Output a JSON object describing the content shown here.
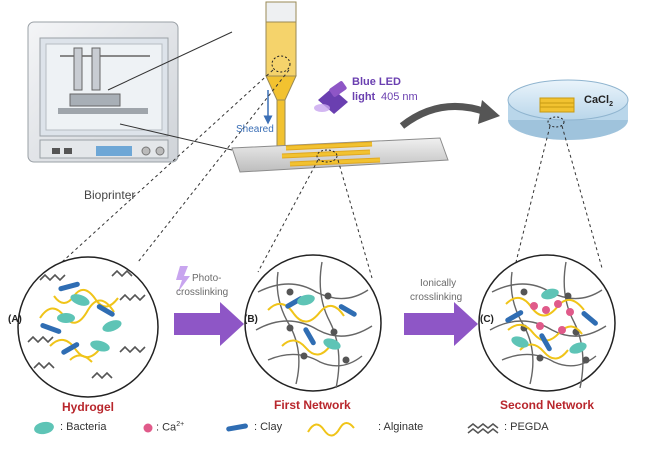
{
  "labels": {
    "bioprinter": "Bioprinter",
    "sheared": "Sheared",
    "blue_led_bold": "Blue LED",
    "blue_led_light": "light",
    "blue_led_nm": "405 nm",
    "cacl2": "CaCl",
    "cacl2_sub": "2",
    "photo_1": "Photo-",
    "photo_2": "crosslinking",
    "ionic_1": "Ionically",
    "ionic_2": "crosslinking",
    "panel_a": "(A)",
    "panel_b": "(B)",
    "panel_c": "(C)",
    "hydrogel": "Hydrogel",
    "first_network": "First Network",
    "second_network": "Second Network"
  },
  "legend": {
    "bacteria": ": Bacteria",
    "ca": ": Ca",
    "ca_sup": "2+",
    "clay": ": Clay",
    "alginate": ": Alginate",
    "pegda": ": PEGDA"
  },
  "colors": {
    "ink": "#f2c230",
    "alginate": "#f0c419",
    "bacteria": "#5ec4b6",
    "clay": "#2f6db3",
    "ca": "#e05a8a",
    "arrow": "#8e56c6",
    "title_red": "#b8262c",
    "led": "#6a3fb0"
  }
}
